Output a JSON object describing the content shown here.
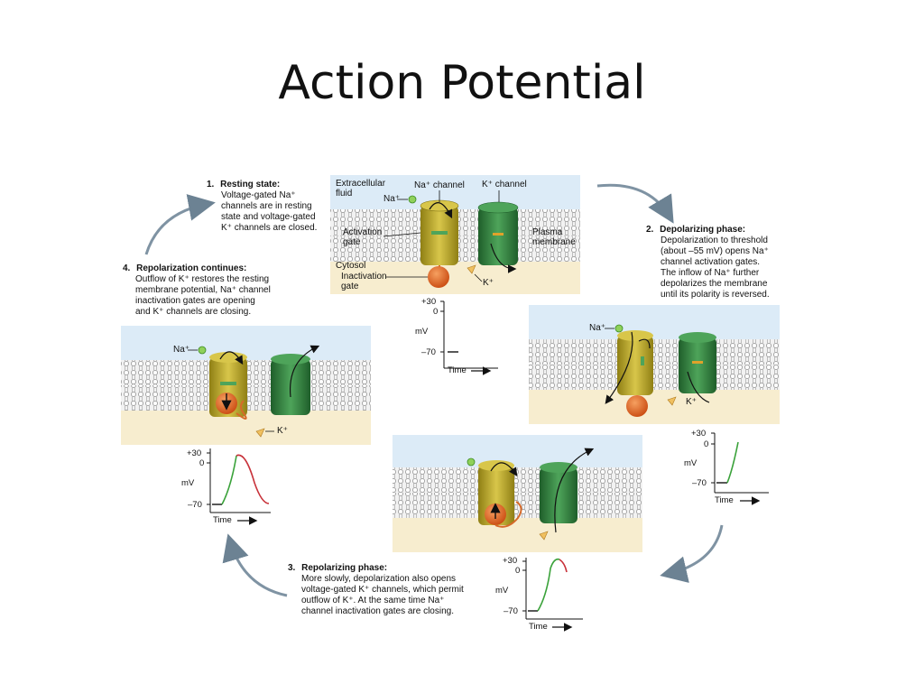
{
  "title": "Action Potential",
  "panel1": {
    "extracellular": "Extracellular",
    "fluid": "fluid",
    "na_channel": "Na⁺ channel",
    "k_channel": "K⁺ channel",
    "na_ion": "Na⁺",
    "k_ion": "K⁺",
    "activation1": "Activation",
    "activation2": "gate",
    "plasma1": "Plasma",
    "plasma2": "membrane",
    "cytosol": "Cytosol",
    "inactivation1": "Inactivation",
    "inactivation2": "gate"
  },
  "steps": {
    "s1": {
      "num": "1.",
      "title": "Resting state:",
      "lines": [
        "Voltage-gated Na⁺",
        "channels are in resting",
        "state and voltage-gated",
        "K⁺ channels are closed."
      ]
    },
    "s2": {
      "num": "2.",
      "title": "Depolarizing phase:",
      "lines": [
        "Depolarization to threshold",
        "(about –55 mV) opens Na⁺",
        "channel activation gates.",
        "The inflow of Na⁺ further",
        "depolarizes the membrane",
        "until its polarity is reversed."
      ]
    },
    "s3": {
      "num": "3.",
      "title": "Repolarizing phase:",
      "lines": [
        "More slowly, depolarization also opens",
        "voltage-gated K⁺ channels, which permit",
        "outflow of K⁺. At the same time Na⁺",
        "channel inactivation gates are closing."
      ]
    },
    "s4": {
      "num": "4.",
      "title": "Repolarization continues:",
      "lines": [
        "Outflow of K⁺ restores the resting",
        "membrane potential, Na⁺ channel",
        "inactivation gates are opening",
        "and K⁺ channels are closing."
      ]
    }
  },
  "graph": {
    "top": "+30",
    "zero": "0",
    "bottom": "–70",
    "unit": "mV",
    "time": "Time"
  },
  "ions": {
    "na": "Na⁺",
    "k": "K⁺"
  },
  "colors": {
    "fluid": "#dcebf7",
    "cytosol": "#f7edcf",
    "membrane": "#bfbfbf",
    "na_channel": "#b9a62a",
    "k_channel": "#2f7d3c",
    "gate": "#e2651e",
    "rise": "#3aa23a",
    "fall": "#c8323a",
    "arrow": "#7f93a3"
  }
}
